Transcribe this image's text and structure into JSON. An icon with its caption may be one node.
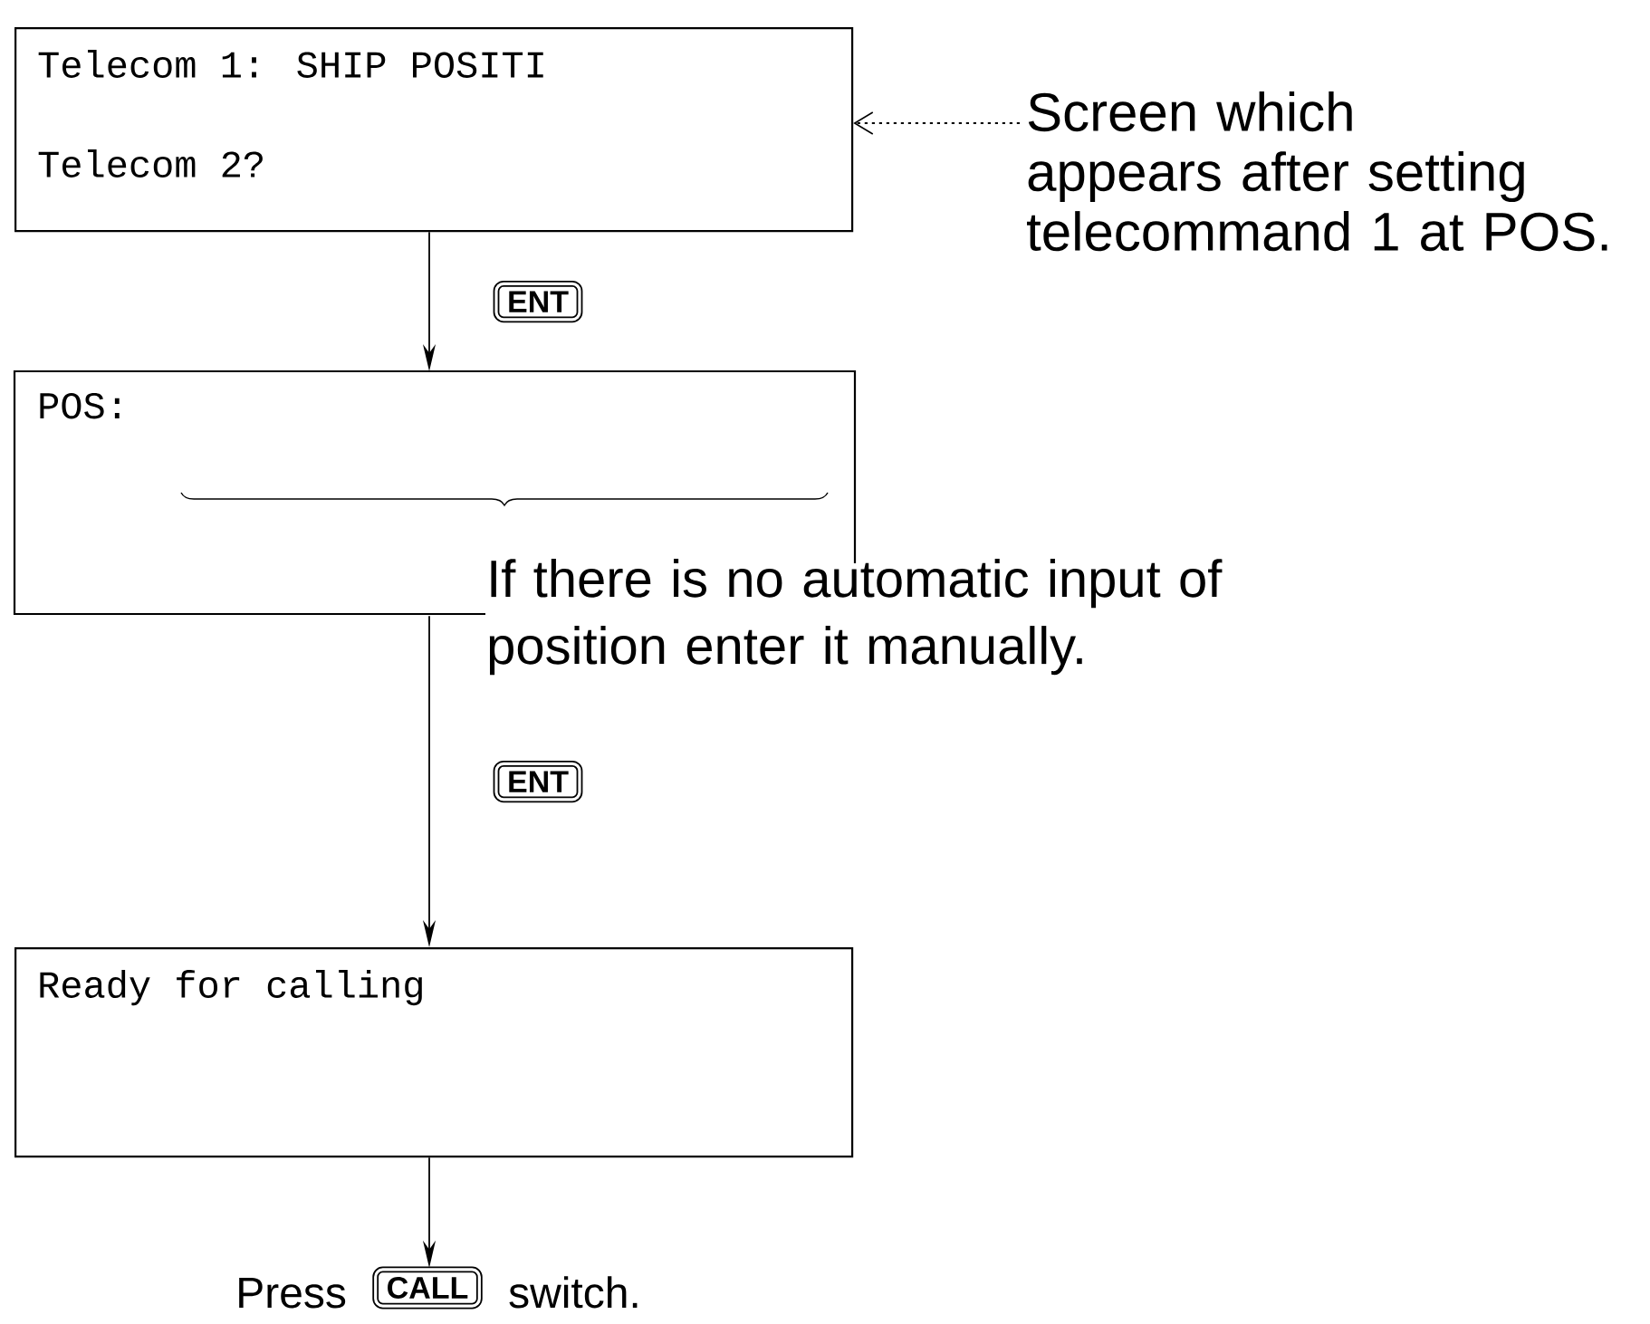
{
  "diagram": {
    "nodes": [
      {
        "text": [
          "Telecom 1: SHIP POSITI",
          "Telecom 2?"
        ]
      },
      {
        "text": [
          "Screen which appears after setting telecommand 1 at POS."
        ]
      },
      {
        "text": [
          "POS:"
        ]
      },
      {
        "text": [
          "Ready for calling"
        ]
      },
      {
        "text": [
          "Press",
          "CALL",
          "switch."
        ]
      }
    ],
    "edges": [
      {
        "from": 1,
        "to": 0,
        "arrow": "to",
        "style": "dashed"
      },
      {
        "from": 0,
        "to": 2,
        "arrow": "to",
        "label": "ENT"
      },
      {
        "from": 2,
        "to": 3,
        "arrow": "to",
        "label": "ENT"
      },
      {
        "from": 3,
        "to": 4,
        "arrow": "to"
      }
    ],
    "labels": [
      "If there is no automatic input of position enter it manually."
    ]
  }
}
